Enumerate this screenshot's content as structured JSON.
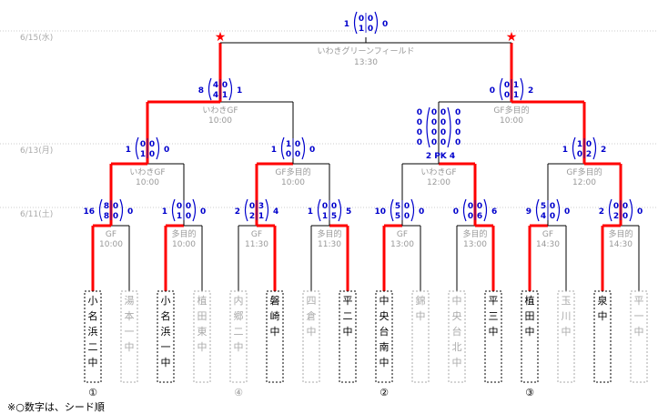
{
  "colors": {
    "win": "#ff0000",
    "line": "#000000",
    "dim": "#999999",
    "score": "#0000cc",
    "star": "#ff0000"
  },
  "dates": [
    {
      "key": "d1",
      "text": "6/15(水)"
    },
    {
      "key": "d2",
      "text": "6/13(月)"
    },
    {
      "key": "d3",
      "text": "6/11(土)"
    }
  ],
  "teams": [
    {
      "name": "小名浜二中",
      "winner": true,
      "seed": "①"
    },
    {
      "name": "湯本一中",
      "winner": false,
      "seed": ""
    },
    {
      "name": "小名浜一中",
      "winner": true,
      "seed": ""
    },
    {
      "name": "植田東中",
      "winner": false,
      "seed": ""
    },
    {
      "name": "内郷二中",
      "winner": false,
      "seed": "④"
    },
    {
      "name": "磐崎中",
      "winner": true,
      "seed": ""
    },
    {
      "name": "四倉中",
      "winner": false,
      "seed": ""
    },
    {
      "name": "平二中",
      "winner": true,
      "seed": ""
    },
    {
      "name": "中央台南中",
      "winner": true,
      "seed": "②"
    },
    {
      "name": "錦中",
      "winner": false,
      "seed": ""
    },
    {
      "name": "中央台北中",
      "winner": false,
      "seed": ""
    },
    {
      "name": "平三中",
      "winner": true,
      "seed": ""
    },
    {
      "name": "植田中",
      "winner": true,
      "seed": "③"
    },
    {
      "name": "玉川中",
      "winner": false,
      "seed": ""
    },
    {
      "name": "泉中",
      "winner": true,
      "seed": ""
    },
    {
      "name": "平一中",
      "winner": false,
      "seed": ""
    }
  ],
  "round1": [
    {
      "venue": "GF",
      "time": "10:00",
      "left": "16",
      "right": "0",
      "inner": [
        [
          "8",
          "0"
        ],
        [
          "8",
          "0"
        ]
      ],
      "winner": "left"
    },
    {
      "venue": "多目的",
      "time": "10:00",
      "left": "1",
      "right": "0",
      "inner": [
        [
          "0",
          "0"
        ],
        [
          "1",
          "0"
        ]
      ],
      "winner": "left"
    },
    {
      "venue": "GF",
      "time": "11:30",
      "left": "2",
      "right": "4",
      "inner": [
        [
          "0",
          "3"
        ],
        [
          "2",
          "1"
        ]
      ],
      "winner": "right"
    },
    {
      "venue": "多目的",
      "time": "11:30",
      "left": "1",
      "right": "5",
      "inner": [
        [
          "0",
          "0"
        ],
        [
          "1",
          "5"
        ]
      ],
      "winner": "right"
    },
    {
      "venue": "GF",
      "time": "13:00",
      "left": "10",
      "right": "0",
      "inner": [
        [
          "5",
          "0"
        ],
        [
          "5",
          "0"
        ]
      ],
      "winner": "left"
    },
    {
      "venue": "多目的",
      "time": "13:00",
      "left": "0",
      "right": "6",
      "inner": [
        [
          "0",
          "0"
        ],
        [
          "0",
          "6"
        ]
      ],
      "winner": "right"
    },
    {
      "venue": "GF",
      "time": "14:30",
      "left": "9",
      "right": "0",
      "inner": [
        [
          "5",
          "0"
        ],
        [
          "4",
          "0"
        ]
      ],
      "winner": "left"
    },
    {
      "venue": "多目的",
      "time": "14:30",
      "left": "2",
      "right": "0",
      "inner": [
        [
          "0",
          "0"
        ],
        [
          "2",
          "0"
        ]
      ],
      "winner": "left"
    }
  ],
  "round2": [
    {
      "venue": "いわきGF",
      "time": "10:00",
      "left": "1",
      "right": "0",
      "inner": [
        [
          "0",
          "0"
        ],
        [
          "1",
          "0"
        ]
      ],
      "winner": "left"
    },
    {
      "venue": "GF多目的",
      "time": "10:00",
      "left": "1",
      "right": "0",
      "inner": [
        [
          "1",
          "0"
        ],
        [
          "0",
          "0"
        ]
      ],
      "winner": "left"
    },
    {
      "venue": "いわきGF",
      "time": "12:00",
      "left": "2",
      "right": "4",
      "inner": [],
      "pk": "2 PK 4",
      "winner": "right"
    },
    {
      "venue": "GF多目的",
      "time": "12:00",
      "left": "1",
      "right": "2",
      "inner": [
        [
          "1",
          "0"
        ],
        [
          "0",
          "2"
        ]
      ],
      "winner": "right"
    }
  ],
  "pk_column": [
    [
      "0",
      "0"
    ],
    [
      "0",
      "0"
    ],
    [
      "0",
      "0"
    ],
    [
      "0",
      "0"
    ]
  ],
  "semis": [
    {
      "venue": "いわきGF",
      "time": "10:00",
      "left": "8",
      "right": "1",
      "inner": [
        [
          "4",
          "0"
        ],
        [
          "4",
          "1"
        ]
      ],
      "winner": "left"
    },
    {
      "venue": "GF多目的",
      "time": "10:00",
      "left": "0",
      "right": "2",
      "inner": [
        [
          "0",
          "1"
        ],
        [
          "0",
          "1"
        ]
      ],
      "winner": "right"
    }
  ],
  "final": {
    "venue": "いわきグリーンフィールド",
    "time": "13:30",
    "left": "1",
    "right": "0",
    "inner": [
      [
        "0",
        "0"
      ],
      [
        "1",
        "0"
      ]
    ]
  },
  "note": "※○数字は、シード順"
}
